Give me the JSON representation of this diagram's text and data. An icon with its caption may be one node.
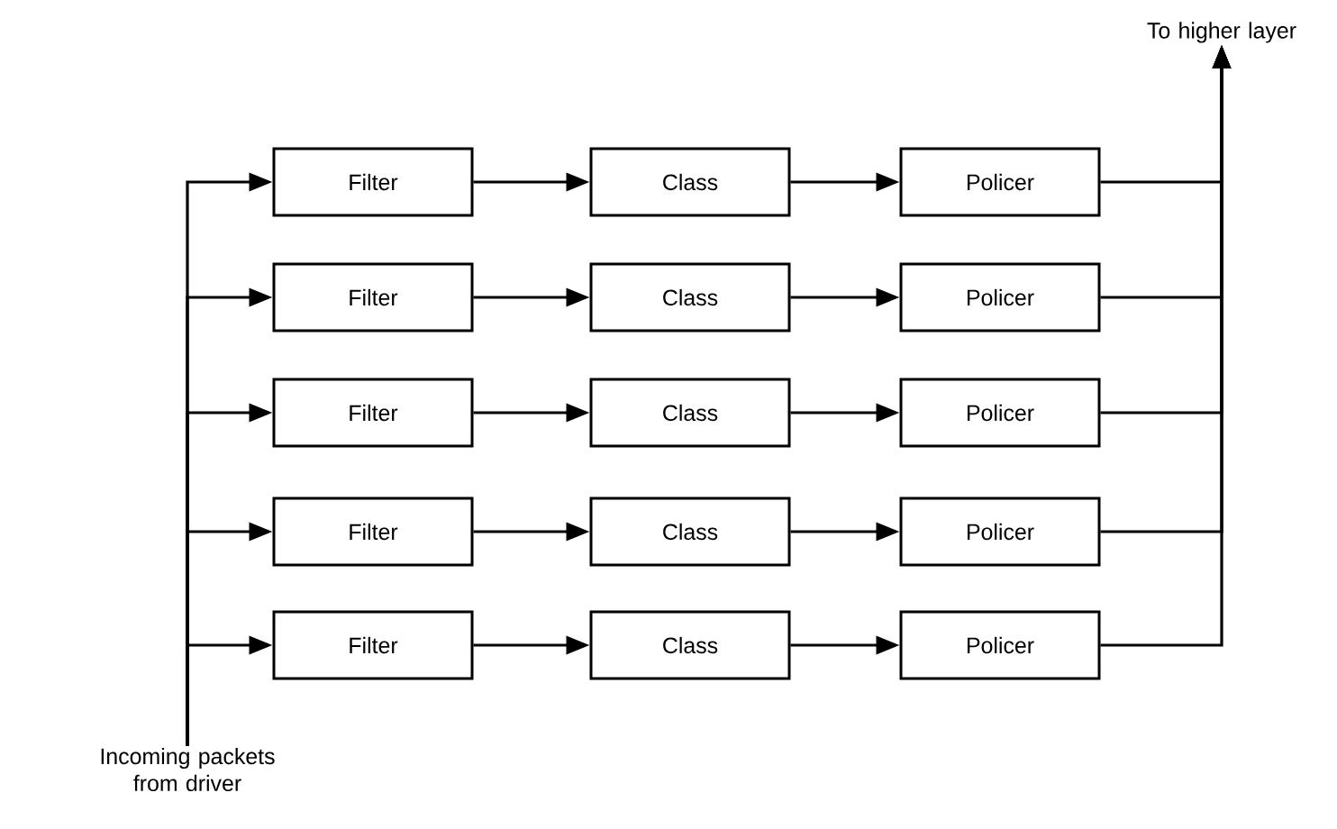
{
  "diagram": {
    "nodes": [
      {
        "text": [
          "To higher layer"
        ]
      },
      {
        "text": [
          "Filter"
        ]
      },
      {
        "text": [
          "Class"
        ]
      },
      {
        "text": [
          "Policer"
        ]
      },
      {
        "text": [
          "Filter"
        ]
      },
      {
        "text": [
          "Class"
        ]
      },
      {
        "text": [
          "Policer"
        ]
      },
      {
        "text": [
          "Filter"
        ]
      },
      {
        "text": [
          "Class"
        ]
      },
      {
        "text": [
          "Policer"
        ]
      },
      {
        "text": [
          "Filter"
        ]
      },
      {
        "text": [
          "Class"
        ]
      },
      {
        "text": [
          "Policer"
        ]
      },
      {
        "text": [
          "Filter"
        ]
      },
      {
        "text": [
          "Class"
        ]
      },
      {
        "text": [
          "Policer"
        ]
      },
      {
        "text": [
          "Incoming packets from driver"
        ]
      }
    ],
    "edges": [
      {
        "from": 16,
        "to": 1,
        "arrow": "to"
      },
      {
        "from": 16,
        "to": 4,
        "arrow": "to"
      },
      {
        "from": 16,
        "to": 7,
        "arrow": "to"
      },
      {
        "from": 16,
        "to": 10,
        "arrow": "to"
      },
      {
        "from": 16,
        "to": 13,
        "arrow": "to"
      },
      {
        "from": 1,
        "to": 2,
        "arrow": "to"
      },
      {
        "from": 2,
        "to": 3,
        "arrow": "to"
      },
      {
        "from": 4,
        "to": 5,
        "arrow": "to"
      },
      {
        "from": 5,
        "to": 6,
        "arrow": "to"
      },
      {
        "from": 7,
        "to": 8,
        "arrow": "to"
      },
      {
        "from": 8,
        "to": 9,
        "arrow": "to"
      },
      {
        "from": 10,
        "to": 11,
        "arrow": "to"
      },
      {
        "from": 11,
        "to": 12,
        "arrow": "to"
      },
      {
        "from": 13,
        "to": 14,
        "arrow": "to"
      },
      {
        "from": 14,
        "to": 15,
        "arrow": "to"
      },
      {
        "from": 3,
        "to": 0,
        "arrow": "to"
      },
      {
        "from": 6,
        "to": 0,
        "arrow": "to"
      },
      {
        "from": 9,
        "to": 0,
        "arrow": "to"
      },
      {
        "from": 12,
        "to": 0,
        "arrow": "to"
      },
      {
        "from": 15,
        "to": 0,
        "arrow": "to"
      }
    ]
  }
}
